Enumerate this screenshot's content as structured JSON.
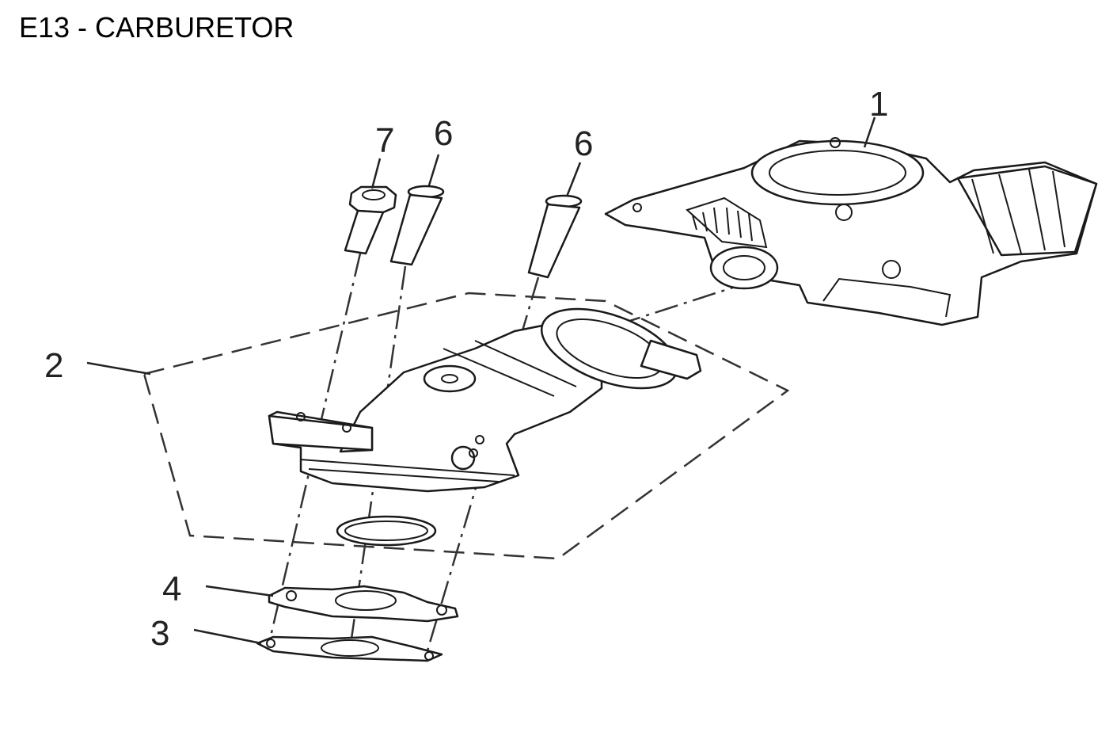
{
  "title": "E13 - CARBURETOR",
  "callouts": [
    {
      "id": "part-1",
      "label": "1"
    },
    {
      "id": "part-2",
      "label": "2"
    },
    {
      "id": "part-3",
      "label": "3"
    },
    {
      "id": "part-4",
      "label": "4"
    },
    {
      "id": "part-6a",
      "label": "6"
    },
    {
      "id": "part-6b",
      "label": "6"
    },
    {
      "id": "part-7",
      "label": "7"
    }
  ]
}
